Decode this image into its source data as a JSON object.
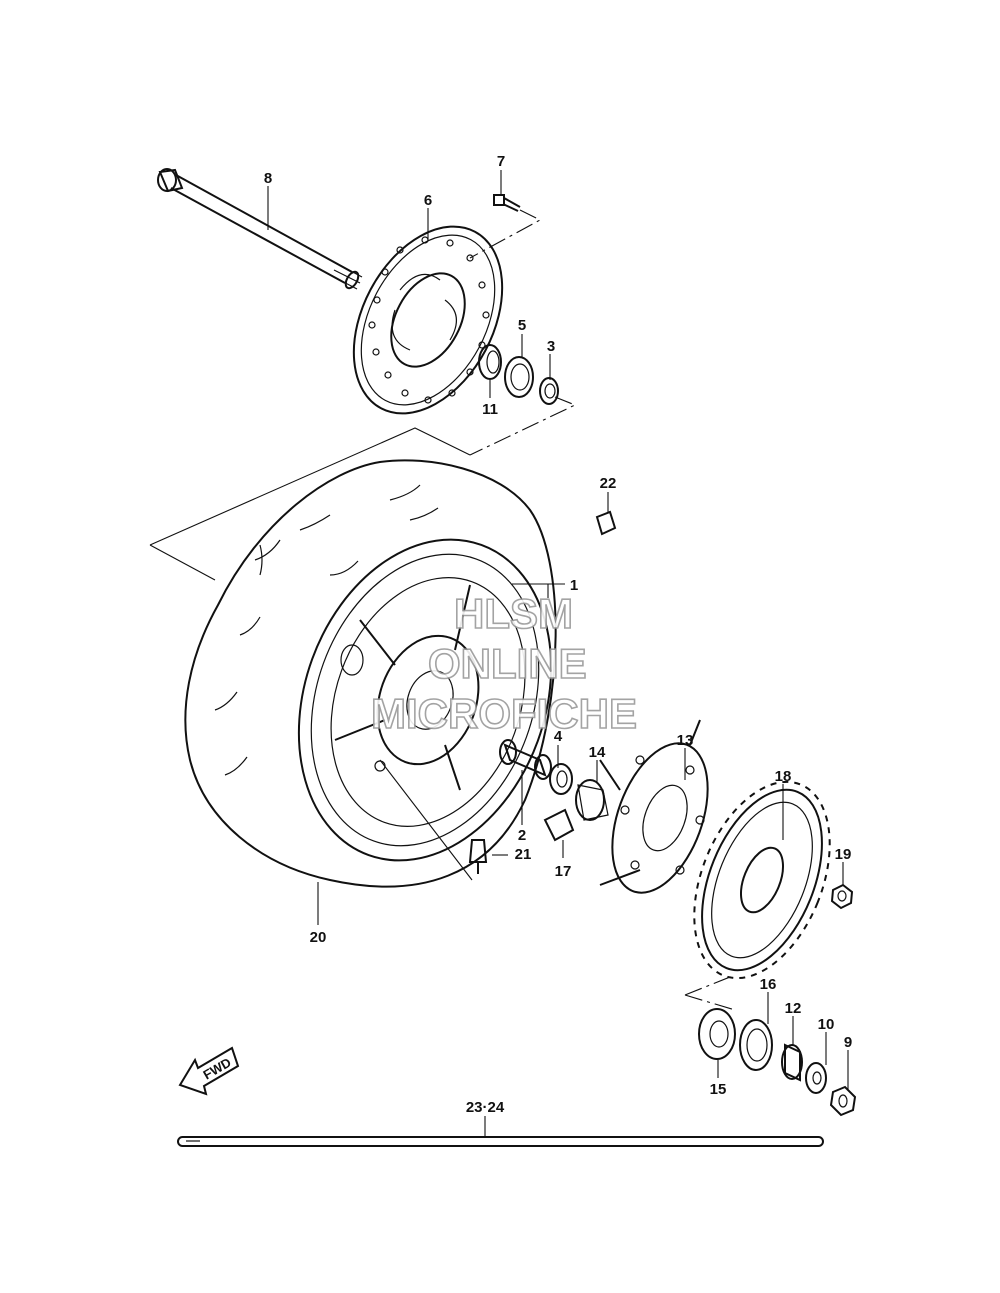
{
  "watermark": {
    "line1": "HLSM",
    "line2": "ONLINE",
    "line3": "MICROFICHE"
  },
  "direction_label": "FWD",
  "callouts": [
    {
      "id": "c8",
      "text": "8"
    },
    {
      "id": "c7",
      "text": "7"
    },
    {
      "id": "c6",
      "text": "6"
    },
    {
      "id": "c5",
      "text": "5"
    },
    {
      "id": "c3",
      "text": "3"
    },
    {
      "id": "c11",
      "text": "11"
    },
    {
      "id": "c22",
      "text": "22"
    },
    {
      "id": "c1",
      "text": "1"
    },
    {
      "id": "c4",
      "text": "4"
    },
    {
      "id": "c14",
      "text": "14"
    },
    {
      "id": "c13",
      "text": "13"
    },
    {
      "id": "c18",
      "text": "18"
    },
    {
      "id": "c2",
      "text": "2"
    },
    {
      "id": "c21",
      "text": "21"
    },
    {
      "id": "c17",
      "text": "17"
    },
    {
      "id": "c19",
      "text": "19"
    },
    {
      "id": "c20",
      "text": "20"
    },
    {
      "id": "c16",
      "text": "16"
    },
    {
      "id": "c12",
      "text": "12"
    },
    {
      "id": "c10",
      "text": "10"
    },
    {
      "id": "c9",
      "text": "9"
    },
    {
      "id": "c15",
      "text": "15"
    },
    {
      "id": "c23_24",
      "text": "23·24"
    }
  ]
}
